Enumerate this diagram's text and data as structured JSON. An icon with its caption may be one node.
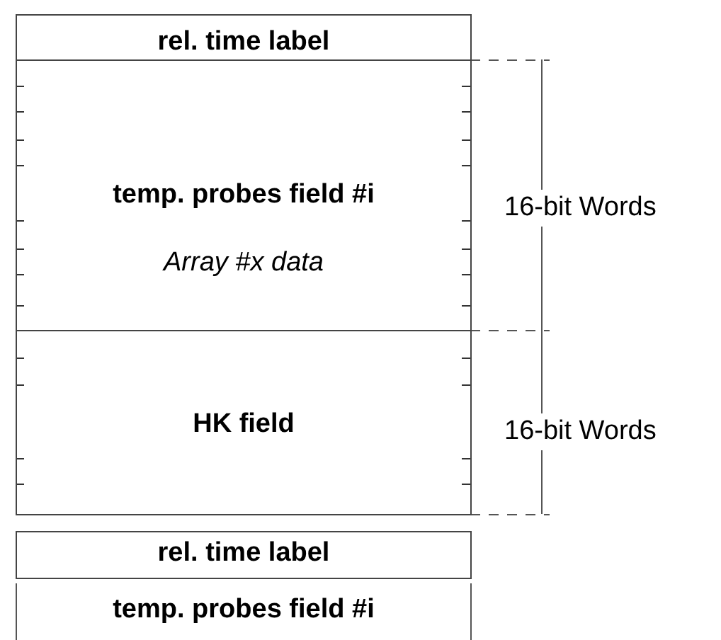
{
  "diagram": {
    "nodes": [
      {
        "text": [
          "rel. time label"
        ]
      },
      {
        "text": [
          "temp. probes field #i",
          "Array #x data"
        ]
      },
      {
        "text": [
          "HK field"
        ]
      },
      {
        "text": [
          "rel. time label"
        ]
      },
      {
        "text": [
          "temp. probes field #i"
        ]
      }
    ],
    "labels": [
      "16-bit Words",
      "16-bit Words"
    ]
  }
}
